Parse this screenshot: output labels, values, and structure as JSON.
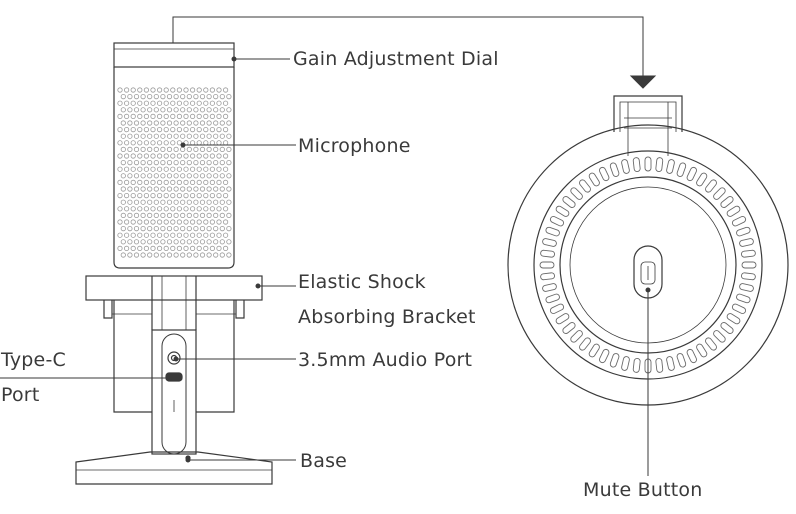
{
  "labels": {
    "gain_dial": "Gain Adjustment Dial",
    "microphone": "Microphone",
    "shock_bracket_line1": "Elastic Shock",
    "shock_bracket_line2": "Absorbing Bracket",
    "audio_port": "3.5mm Audio Port",
    "typec_line1": "Type-C",
    "typec_line2": "Port",
    "base": "Base",
    "mute_button": "Mute Button"
  },
  "colors": {
    "stroke": "#3a3a3a",
    "light_stroke": "#8a8a8a",
    "background": "#ffffff"
  }
}
